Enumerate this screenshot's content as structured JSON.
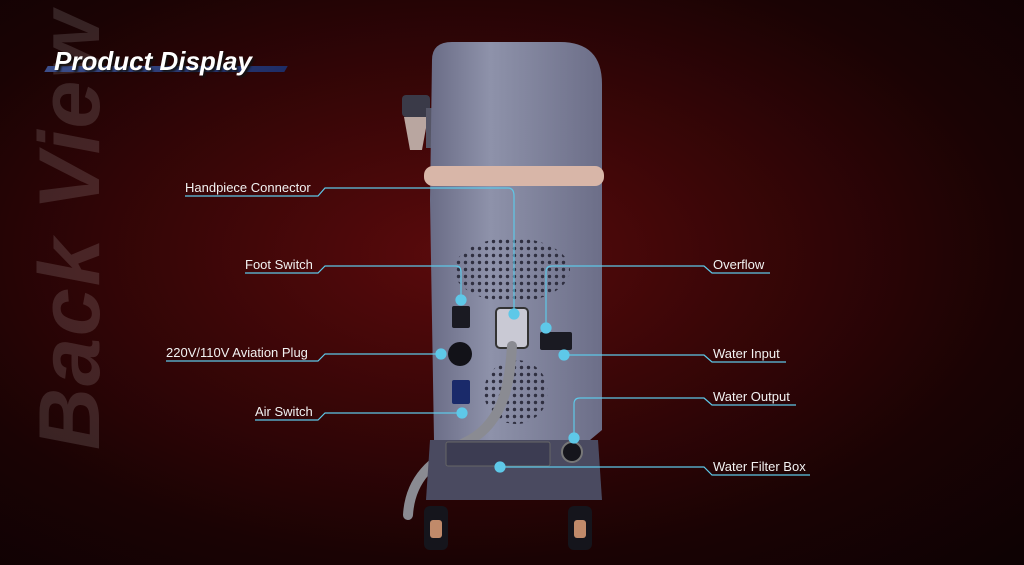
{
  "header": {
    "title": "Product Display",
    "watermark": "Back View"
  },
  "callouts": [
    {
      "id": "handpiece-connector",
      "label": "Handpiece Connector"
    },
    {
      "id": "foot-switch",
      "label": "Foot Switch"
    },
    {
      "id": "aviation-plug",
      "label": "220V/110V Aviation Plug"
    },
    {
      "id": "air-switch",
      "label": "Air Switch"
    },
    {
      "id": "overflow",
      "label": "Overflow"
    },
    {
      "id": "water-input",
      "label": "Water Input"
    },
    {
      "id": "water-output",
      "label": "Water Output"
    },
    {
      "id": "water-filter-box",
      "label": "Water Filter Box"
    }
  ],
  "colors": {
    "callout_line": "#5ec8e8",
    "title_bar": "#3c4e8a"
  }
}
